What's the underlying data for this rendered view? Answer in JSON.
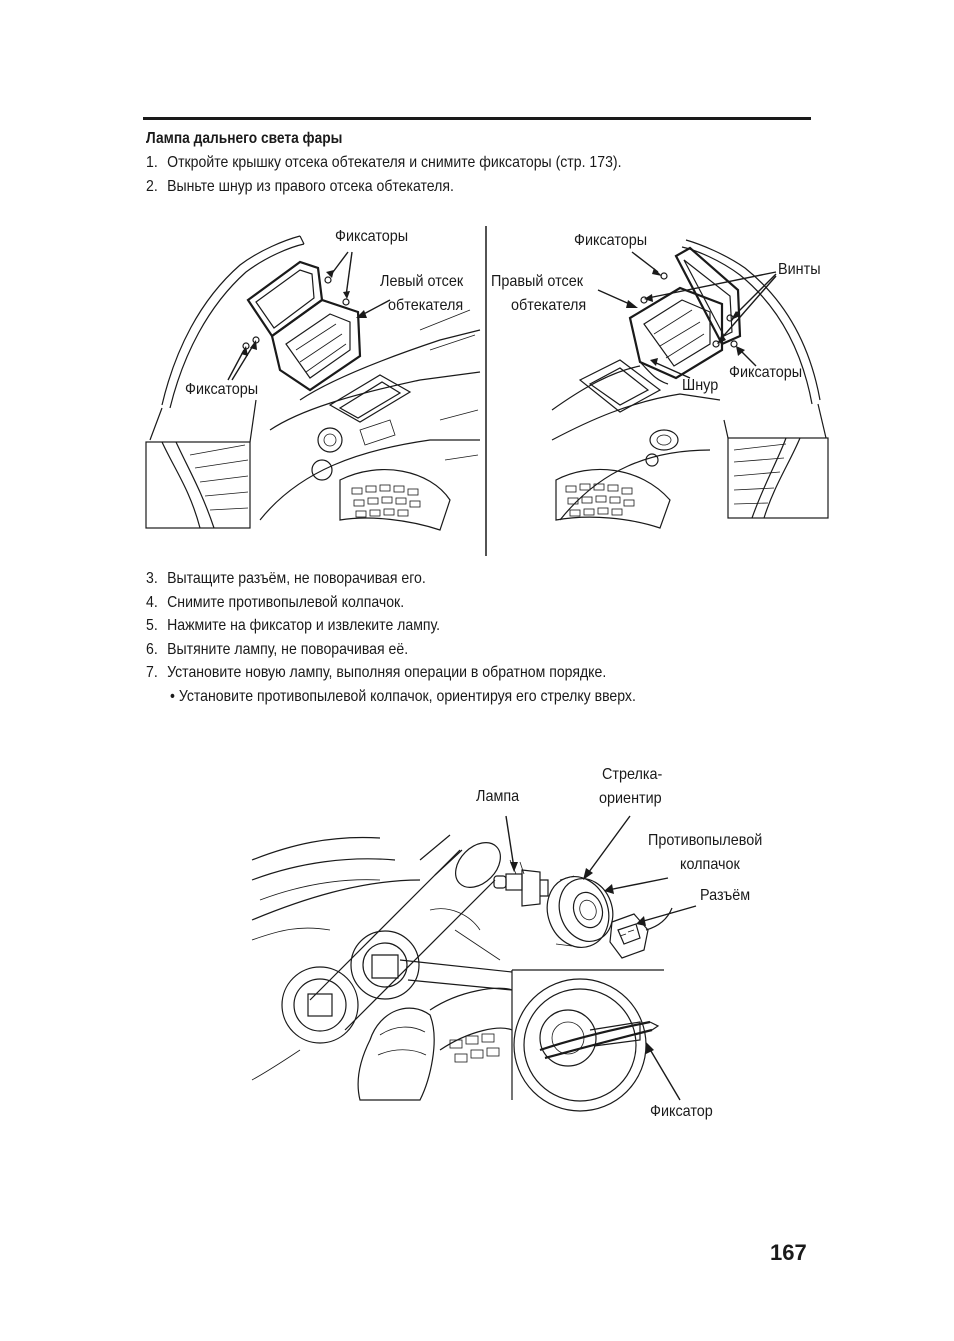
{
  "section": {
    "heading": "Лампа дальнего света фары"
  },
  "steps_top": [
    {
      "num": "1.",
      "text": "Откройте крышку отсека обтекателя и снимите фиксаторы (стр. 173)."
    },
    {
      "num": "2.",
      "text": "Выньте шнур из правого отсека обтекателя."
    }
  ],
  "figure1": {
    "left_labels": {
      "clips_top": "Фиксаторы",
      "left_compartment_1": "Левый отсек",
      "left_compartment_2": "обтекателя",
      "clips_bottom": "Фиксаторы"
    },
    "right_labels": {
      "clips_top": "Фиксаторы",
      "right_compartment_1": "Правый отсек",
      "right_compartment_2": "обтекателя",
      "screws": "Винты",
      "cord": "Шнур",
      "clips_bottom": "Фиксаторы"
    }
  },
  "steps_bottom": [
    {
      "num": "3.",
      "text": "Вытащите разъём, не поворачивая его."
    },
    {
      "num": "4.",
      "text": "Снимите противопылевой колпачок."
    },
    {
      "num": "5.",
      "text": "Нажмите на фиксатор и извлеките лампу."
    },
    {
      "num": "6.",
      "text": "Вытяните лампу, не поворачивая её."
    },
    {
      "num": "7.",
      "text": "Установите новую лампу, выполняя операции в обратном порядке."
    }
  ],
  "bullet": "• Установите противопылевой колпачок, ориентируя его стрелку вверх.",
  "figure2": {
    "lamp": "Лампа",
    "arrow_guide_1": "Стрелка-",
    "arrow_guide_2": "ориентир",
    "dust_cap_1": "Противопылевой",
    "dust_cap_2": "колпачок",
    "connector": "Разъём",
    "retainer": "Фиксатор"
  },
  "page_number": "167"
}
